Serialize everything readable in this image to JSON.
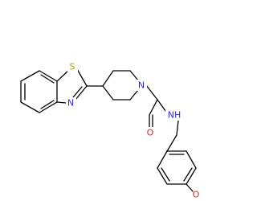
{
  "molecule": {
    "atoms": {
      "sulfur": {
        "label": "S",
        "color": "#b5a100"
      },
      "ring_nitrogen_thiazole": {
        "label": "N",
        "color": "#2b2bd6"
      },
      "piperidine_nitrogen": {
        "label": "N",
        "color": "#2b2bd6"
      },
      "carbonyl_oxygen": {
        "label": "O",
        "color": "#d62b2b"
      },
      "amide_nh": {
        "label": "NH",
        "color": "#2b2bd6"
      },
      "methoxy_oxygen": {
        "label": "O",
        "color": "#d62b2b"
      }
    },
    "bond_color": "#000000"
  }
}
